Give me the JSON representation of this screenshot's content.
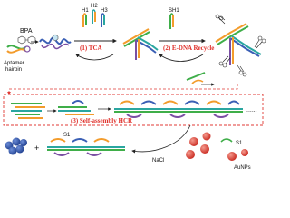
{
  "labels": {
    "bpa": "BPA",
    "aptamer_hairpin_line1": "Aptamer",
    "aptamer_hairpin_line2": "hairpin",
    "h1": "H1",
    "h2": "H2",
    "h3": "H3",
    "step1": "(1) TCA",
    "sh1": "SH1",
    "step2": "(2) E-DNA Recycle",
    "step3": "(3) Self-assembly HCR",
    "s1_left": "S1",
    "nacl": "NaCl",
    "s1_right": "S1",
    "aunps": "AuNPs"
  },
  "colors": {
    "red_step": "#e0302a",
    "dashed_box": "#e03a34",
    "strand_green": "#3fae49",
    "strand_orange": "#f39c2c",
    "strand_teal": "#2aa6a0",
    "strand_blue": "#3a5fb5",
    "strand_purple": "#7a4fa3",
    "strand_grey": "#8a8f96",
    "aunp_blue": "#1f3f8f",
    "aunp_red": "#e23b2e"
  },
  "icons": [
    "bpa-molecule-icon",
    "aptamer-hairpin-icon",
    "hairpin-h1-icon",
    "hairpin-h2-icon",
    "hairpin-h3-icon",
    "three-way-junction-icon",
    "sh1-hairpin-icon",
    "scissors-icon",
    "aunp-cluster-icon",
    "aunp-sphere-icon"
  ]
}
